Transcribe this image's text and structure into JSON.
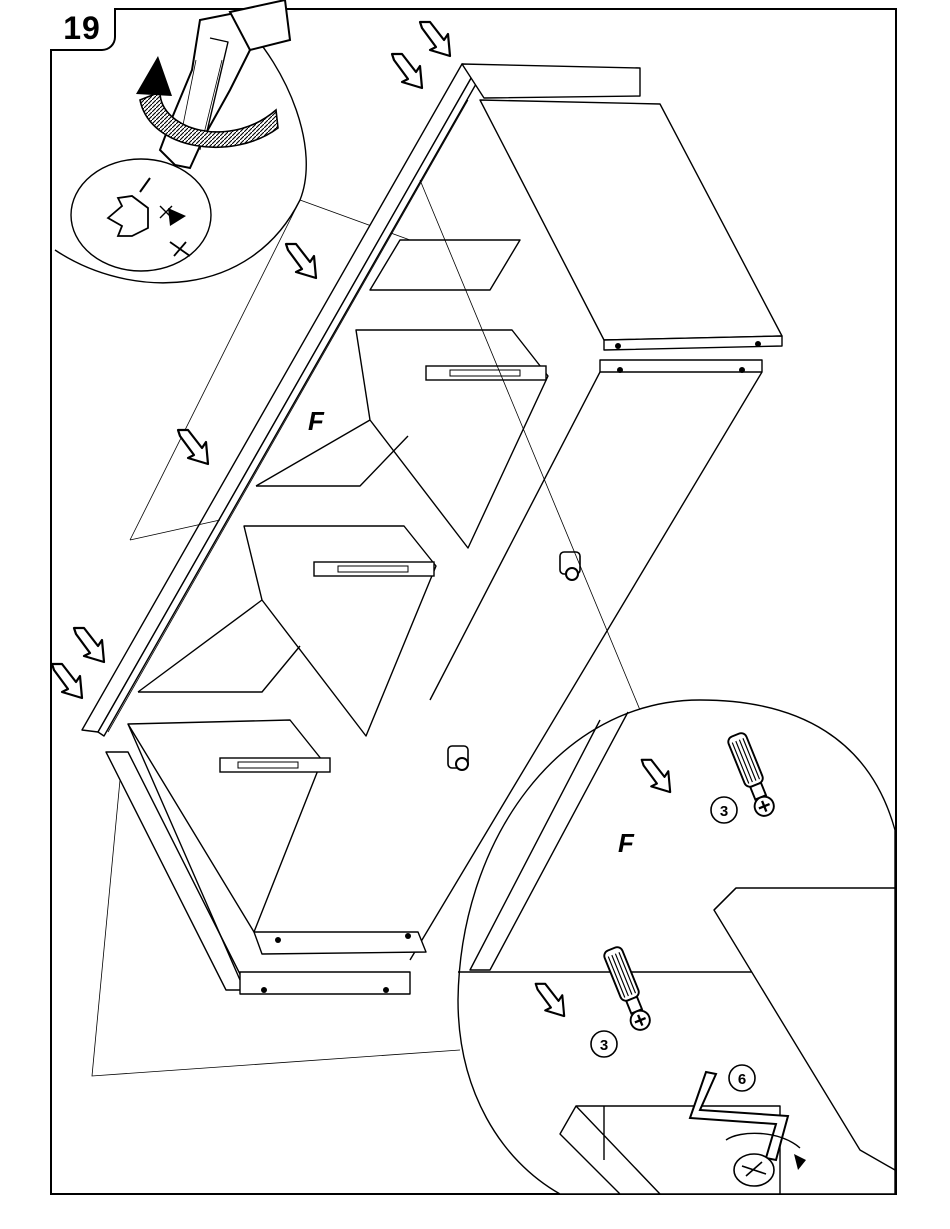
{
  "step": {
    "number": "19"
  },
  "panel_mark": "F",
  "part_labels": {
    "dowel_part": "3",
    "hex_key_part": "6"
  },
  "colors": {
    "ink": "#000000",
    "paper": "#ffffff",
    "cloth": "#3a3a3a"
  },
  "icons": [
    "screwdriver-icon",
    "rotate-arrow-icon",
    "cam-lock-icon",
    "press-arrow-icon",
    "hex-key-icon",
    "dowel-icon"
  ]
}
